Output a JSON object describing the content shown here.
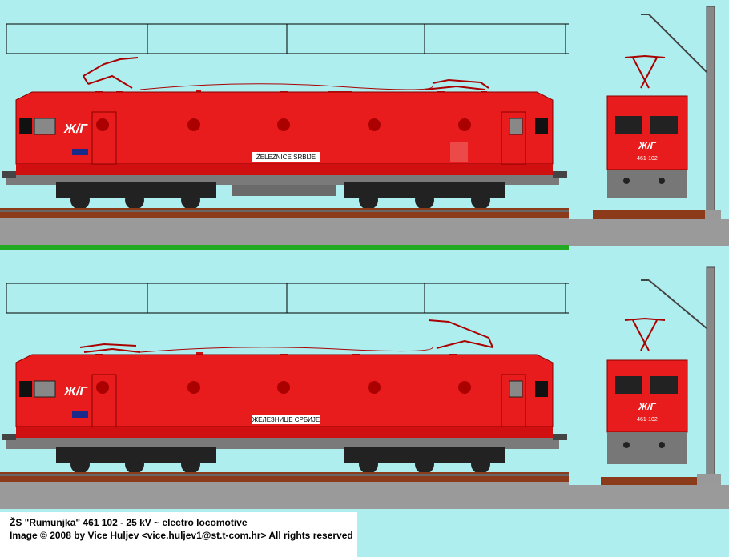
{
  "caption": {
    "line1": "ŽS \"Rumunjka\"  461 102 - 25 kV ~ electro locomotive",
    "line2": "Image © 2008 by Vice Huljev <vice.huljev1@st.t-com.hr>  All rights reserved"
  },
  "locomotives": [
    {
      "side_lettering": "ŽELEZNICE SRBIJE",
      "logo": "Ж/Г",
      "front_number": "461-102"
    },
    {
      "side_lettering": "ЖЕЛЕЗНИЦЕ СРБИЈЕ",
      "logo": "Ж/Г",
      "front_number": "461-102"
    }
  ],
  "colors": {
    "sky": "#aeeeee",
    "body": "#e81c1c",
    "underframe": "#7a7a7a",
    "ballast": "#9a9a9a",
    "grass": "#22aa22"
  }
}
